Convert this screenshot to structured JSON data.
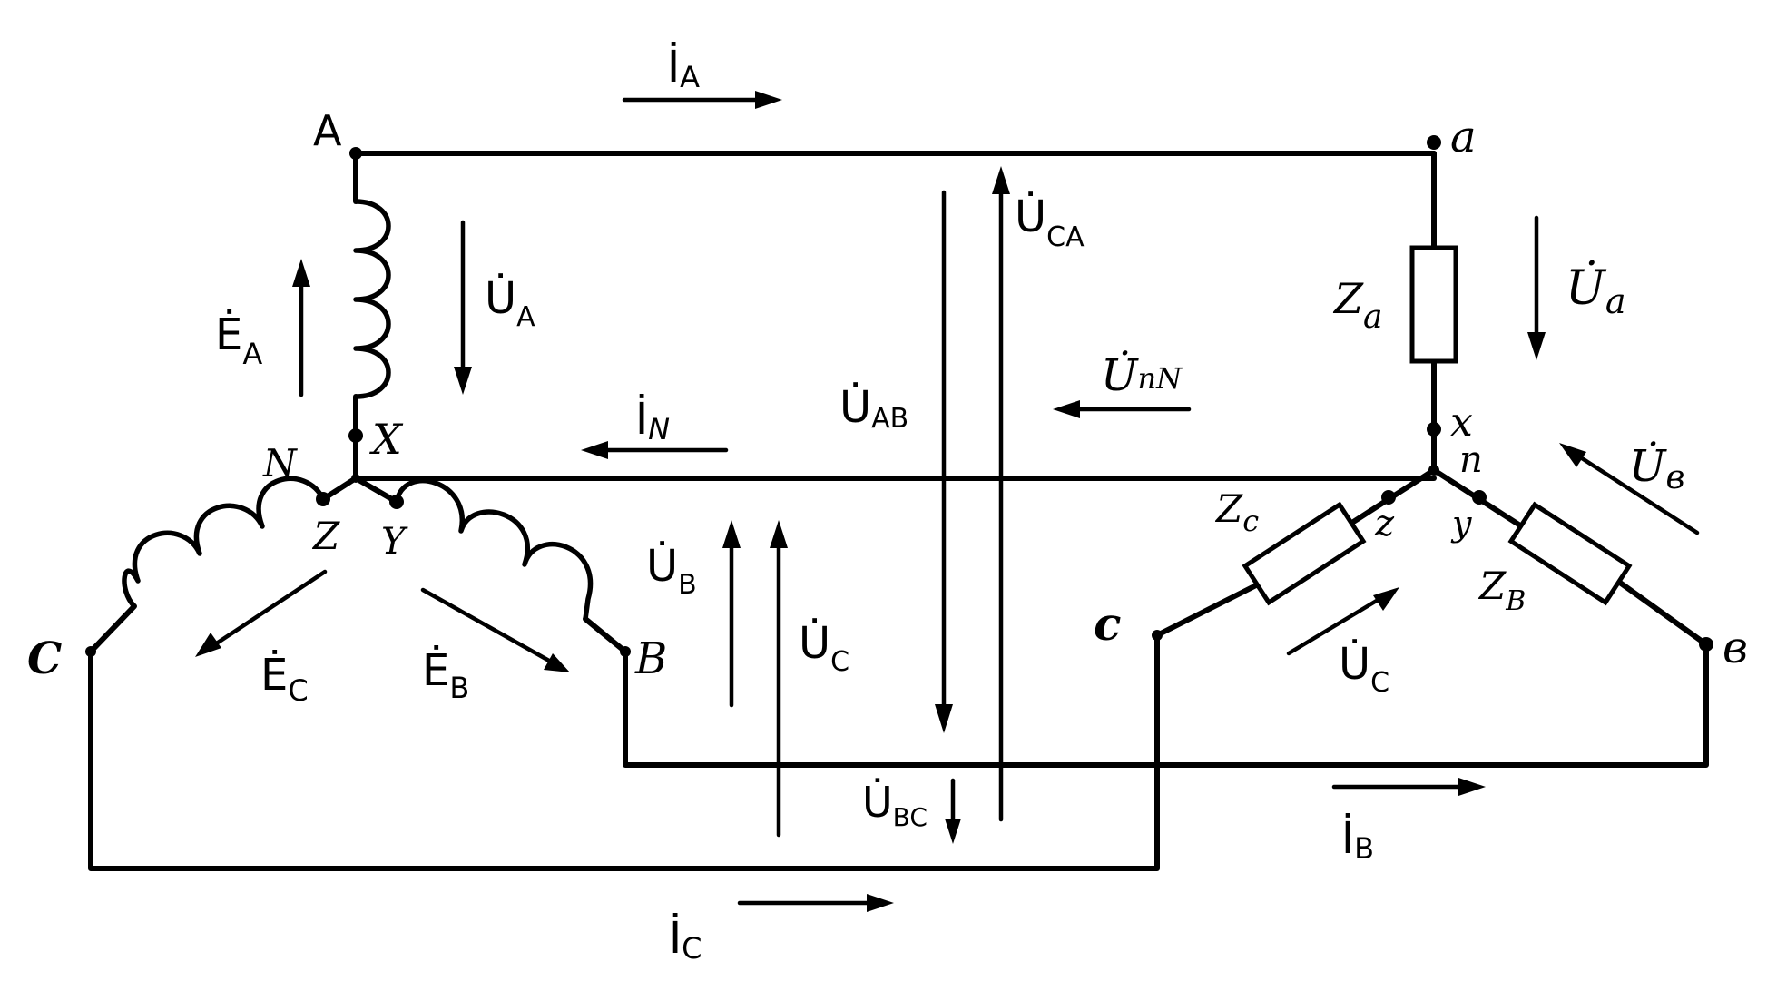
{
  "labels": {
    "I_A": "İ",
    "I_A_sub": "A",
    "I_N": "İ",
    "I_N_sub": "N",
    "I_B": "İ",
    "I_B_sub": "B",
    "I_C": "İ",
    "I_C_sub": "C",
    "E_A": "Ė",
    "E_A_sub": "A",
    "E_B": "Ė",
    "E_B_sub": "B",
    "E_C": "Ė",
    "E_C_sub": "C",
    "U_A": "U̇",
    "U_A_sub": "A",
    "U_B": "U̇",
    "U_B_sub": "B",
    "U_C": "U̇",
    "U_C_sub": "C",
    "U_AB": "U̇",
    "U_AB_sub": "AB",
    "U_CA": "U̇",
    "U_CA_sub": "CA",
    "U_BC": "U̇",
    "U_BC_sub": "BC",
    "U_nN": "U̇",
    "U_nN_sub": "nN",
    "U_a": "U̇",
    "U_a_sub": "a",
    "U_b": "U̇",
    "U_b_sub": "в",
    "U_c": "U̇",
    "U_c_sub": "C",
    "Z_a": "Z",
    "Z_a_sub": "a",
    "Z_b": "Z",
    "Z_b_sub": "B",
    "Z_c": "Z",
    "Z_c_sub": "c"
  },
  "nodes": {
    "A": "A",
    "X": "X",
    "N": "N",
    "Z": "Z",
    "Y": "Y",
    "B": "B",
    "C": "C",
    "a": "a",
    "x": "x",
    "n": "n",
    "z": "z",
    "y": "y",
    "b": "в",
    "c": "c"
  }
}
